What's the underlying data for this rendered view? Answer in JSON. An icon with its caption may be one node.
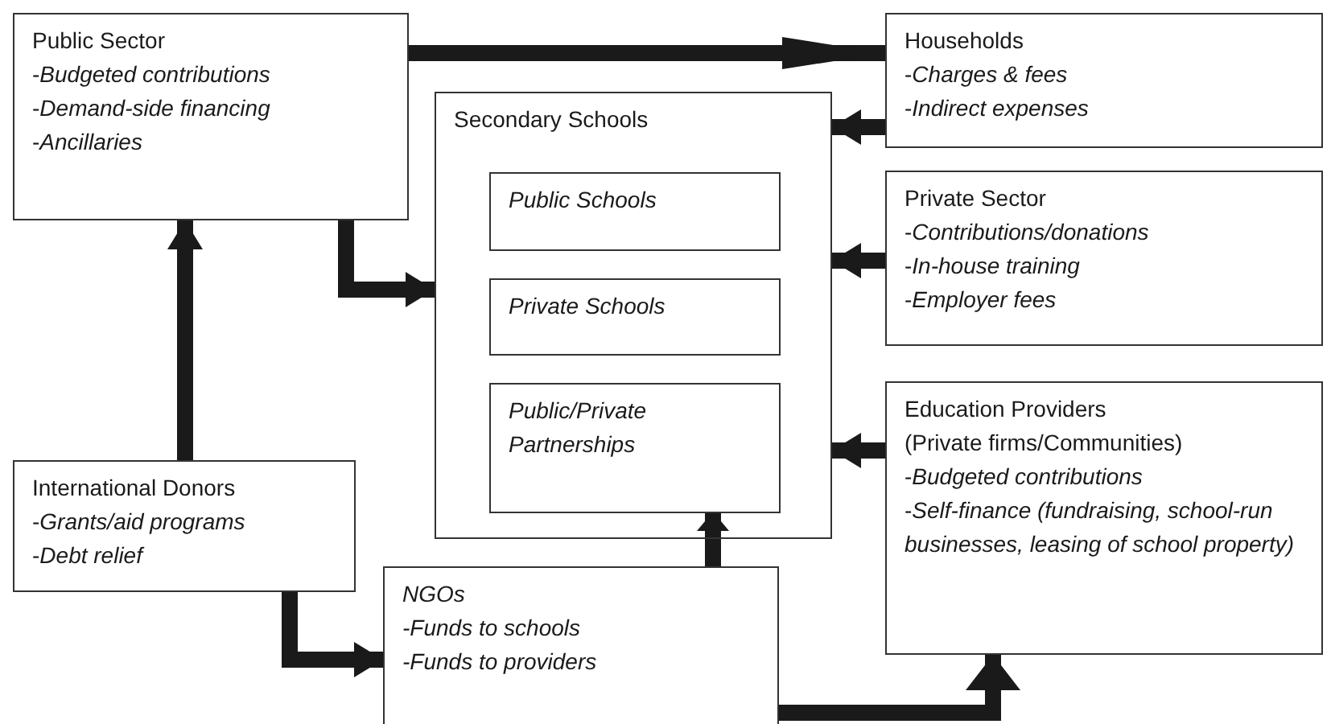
{
  "diagram": {
    "nodes": [
      {
        "text": [
          "Public Sector",
          "-*Budgeted contributions*",
          "-*Demand-side financing*",
          "-*Ancillaries*"
        ]
      },
      {
        "text": [
          "Households",
          "-*Charges & fees*",
          "-*Indirect expenses*"
        ]
      },
      {
        "text": [
          "Secondary Schools"
        ]
      },
      {
        "text": [
          "Public Schools"
        ],
        "in": 2
      },
      {
        "text": [
          "Private Schools"
        ],
        "in": 2
      },
      {
        "text": [
          "Public/Private Partnerships"
        ],
        "in": 2
      },
      {
        "text": [
          "Private Sector",
          "-*Contributions/donations*",
          "-*In-house training*",
          "-*Employer fees*"
        ]
      },
      {
        "text": [
          "Education Providers",
          "(Private firms/Communities)",
          "-*Budgeted contributions*",
          "-*Self-finance (fundraising, school-run businesses, leasing of school property)*"
        ]
      },
      {
        "text": [
          "International Donors",
          "-*Grants/aid programs*",
          "-*Debt relief*"
        ]
      },
      {
        "text": [
          "NGOs",
          "-*Funds to schools*",
          "-*Funds to providers*"
        ]
      }
    ],
    "edges": [
      {
        "from": 0,
        "to": 1,
        "arrow": "to"
      },
      {
        "from": 1,
        "to": 2,
        "arrow": "to"
      },
      {
        "from": 6,
        "to": 2,
        "arrow": "to"
      },
      {
        "from": 7,
        "to": 2,
        "arrow": "to"
      },
      {
        "from": 0,
        "to": 2,
        "arrow": "to"
      },
      {
        "from": 8,
        "to": 0,
        "arrow": "to"
      },
      {
        "from": 8,
        "to": 9,
        "arrow": "to"
      },
      {
        "from": 9,
        "to": 5,
        "arrow": "to"
      },
      {
        "from": 9,
        "to": 7,
        "arrow": "to"
      }
    ]
  }
}
